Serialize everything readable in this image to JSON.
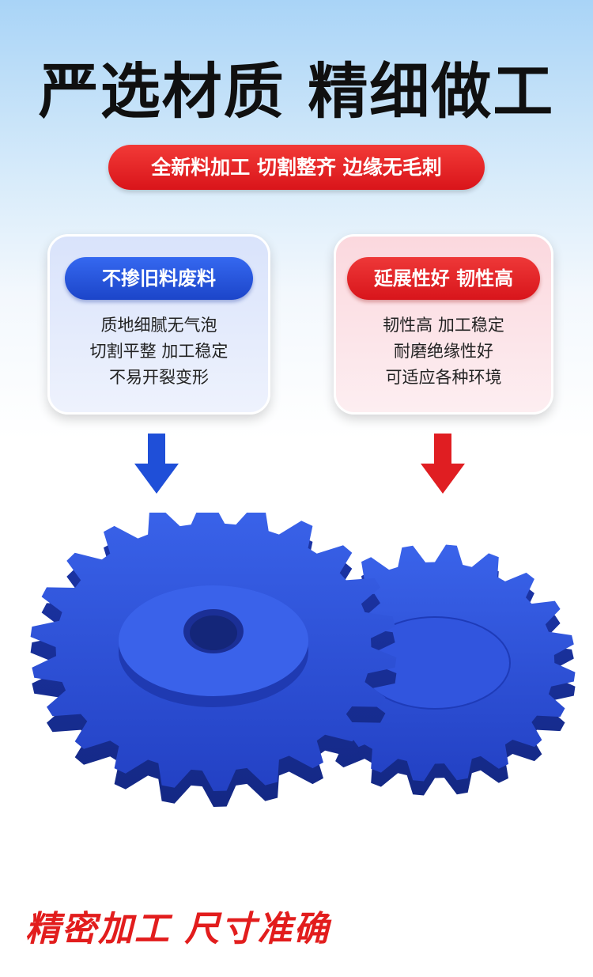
{
  "headline": "严选材质 精细做工",
  "subtitle_pill": "全新料加工 切割整齐 边缘无毛刺",
  "cards": [
    {
      "badge": "不掺旧料废料",
      "lines": [
        "质地细腻无气泡",
        "切割平整 加工稳定",
        "不易开裂变形"
      ]
    },
    {
      "badge": "延展性好 韧性高",
      "lines": [
        "韧性高 加工稳定",
        "耐磨绝缘性好",
        "可适应各种环境"
      ]
    }
  ],
  "footer": "精密加工 尺寸准确",
  "colors": {
    "blue": "#1f4fd8",
    "red": "#e01e22",
    "gear_blue": "#2c4fd6"
  },
  "icons": [
    "arrow-down-icon"
  ]
}
